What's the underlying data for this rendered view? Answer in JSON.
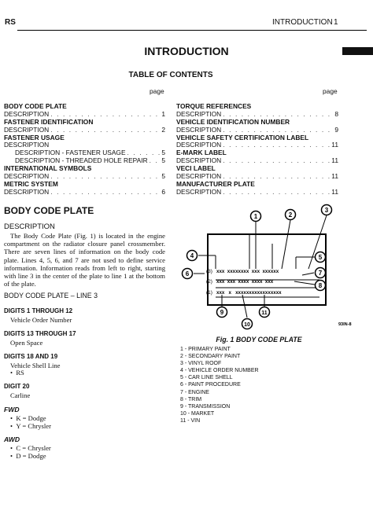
{
  "header": {
    "left": "RS",
    "section": "INTRODUCTION",
    "page_number": "1"
  },
  "title": "INTRODUCTION",
  "toc_title": "TABLE OF CONTENTS",
  "page_label": "page",
  "toc_left": [
    {
      "type": "h",
      "text": "BODY CODE PLATE"
    },
    {
      "type": "e",
      "text": "DESCRIPTION",
      "page": "1",
      "indent": 0
    },
    {
      "type": "h",
      "text": "FASTENER IDENTIFICATION"
    },
    {
      "type": "e",
      "text": "DESCRIPTION",
      "page": "2",
      "indent": 0
    },
    {
      "type": "h",
      "text": "FASTENER USAGE"
    },
    {
      "type": "e",
      "text": "DESCRIPTION",
      "page": "",
      "indent": 0
    },
    {
      "type": "e",
      "text": "DESCRIPTION - FASTENER USAGE",
      "page": "5",
      "indent": 1
    },
    {
      "type": "e",
      "text": "DESCRIPTION - THREADED HOLE REPAIR",
      "page": "5",
      "indent": 1
    },
    {
      "type": "h",
      "text": "INTERNATIONAL SYMBOLS"
    },
    {
      "type": "e",
      "text": "DESCRIPTION",
      "page": "5",
      "indent": 0
    },
    {
      "type": "h",
      "text": "METRIC SYSTEM"
    },
    {
      "type": "e",
      "text": "DESCRIPTION",
      "page": "6",
      "indent": 0
    }
  ],
  "toc_right": [
    {
      "type": "h",
      "text": "TORQUE REFERENCES"
    },
    {
      "type": "e",
      "text": "DESCRIPTION",
      "page": "8",
      "indent": 0
    },
    {
      "type": "h",
      "text": "VEHICLE IDENTIFICATION NUMBER"
    },
    {
      "type": "e",
      "text": "DESCRIPTION",
      "page": "9",
      "indent": 0
    },
    {
      "type": "h",
      "text": "VEHICLE SAFETY CERTIFICATION LABEL"
    },
    {
      "type": "e",
      "text": "DESCRIPTION",
      "page": "11",
      "indent": 0
    },
    {
      "type": "h",
      "text": "E-MARK LABEL"
    },
    {
      "type": "e",
      "text": "DESCRIPTION",
      "page": "11",
      "indent": 0
    },
    {
      "type": "h",
      "text": "VECI LABEL"
    },
    {
      "type": "e",
      "text": "DESCRIPTION",
      "page": "11",
      "indent": 0
    },
    {
      "type": "h",
      "text": "MANUFACTURER PLATE"
    },
    {
      "type": "e",
      "text": "DESCRIPTION",
      "page": "11",
      "indent": 0
    }
  ],
  "section": {
    "heading": "BODY CODE PLATE",
    "subheading": "DESCRIPTION",
    "paragraph": "The Body Code Plate (Fig. 1) is located in the engine compartment on the radiator closure panel crossmember. There are seven lines of information on the body code plate. Lines 4, 5, 6, and 7 are not used to define service information. Information reads from left to right, starting with line 3 in the center of the plate to line 1 at the bottom of the plate.",
    "line3_heading": "BODY CODE PLATE – LINE 3",
    "digits": [
      {
        "label": "DIGITS 1 THROUGH 12",
        "value": "Vehicle Order Number"
      },
      {
        "label": "DIGITS 13 THROUGH 17",
        "value": "Open Space"
      },
      {
        "label": "DIGITS 18 AND 19",
        "value": "Vehicle Shell Line"
      },
      {
        "label": "DIGIT 20",
        "value": "Carline"
      }
    ],
    "shell_bullets": [
      "RS"
    ],
    "fwd_label": "FWD",
    "fwd_bullets": [
      "K = Dodge",
      "Y = Chrysler"
    ],
    "awd_label": "AWD",
    "awd_bullets": [
      "C = Chrysler",
      "D = Dodge"
    ]
  },
  "figure": {
    "caption": "Fig. 1 BODY CODE PLATE",
    "code": "93IN-8",
    "line_labels": [
      "(3)",
      "(2)",
      "(1)"
    ],
    "line3_text": "xxx  xxxxxxxx  xxx  xxxxxx",
    "line2_text": "xxx  xxx  xxxx  xxxx  xxx",
    "line1_text": "xxx   x   xxxxxxxxxxxxxxxxx",
    "callouts": [
      "1",
      "2",
      "3",
      "4",
      "5",
      "6",
      "7",
      "8",
      "9",
      "10",
      "11"
    ],
    "legend": [
      "1 - PRIMARY PAINT",
      "2 - SECONDARY PAINT",
      "3 - VINYL ROOF",
      "4 - VEHICLE ORDER NUMBER",
      "5 - CAR LINE SHELL",
      "6 - PAINT PROCEDURE",
      "7 - ENGINE",
      "8 - TRIM",
      "9 - TRANSMISSION",
      "10 - MARKET",
      "11 - VIN"
    ]
  }
}
